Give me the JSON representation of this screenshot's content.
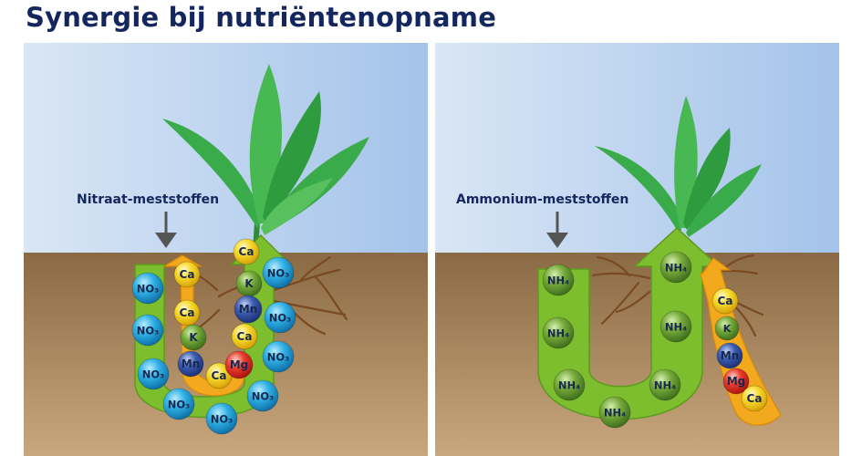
{
  "title": "Synergie bij nutriëntenopname",
  "colors": {
    "title": "#13275e",
    "sky_top": "#cfe0f3",
    "sky_bottom": "#a9c6ea",
    "soil_top": "#8d6b43",
    "soil_bottom": "#c8a67d",
    "leaf": "#3aab4a",
    "flow_arrow": "#7dbe2e",
    "counter_flow": "#f2a91e",
    "root": "#7a4a22",
    "ion_no3": "#1f9fd8",
    "ion_ca": "#f3d21f",
    "ion_k": "#6aa032",
    "ion_mn": "#2d4ea0",
    "ion_mg": "#e02a22",
    "ion_nh4": "#6aa032"
  },
  "panels": [
    {
      "label": "Nitraat-meststoffen",
      "ions": [
        {
          "t": "Ca",
          "k": "ca"
        },
        {
          "t": "Ca",
          "k": "ca"
        },
        {
          "t": "Ca",
          "k": "ca"
        },
        {
          "t": "Ca",
          "k": "ca"
        },
        {
          "t": "Ca",
          "k": "ca"
        },
        {
          "t": "K",
          "k": "k"
        },
        {
          "t": "K",
          "k": "k"
        },
        {
          "t": "Mn",
          "k": "mn"
        },
        {
          "t": "Mn",
          "k": "mn"
        },
        {
          "t": "Mg",
          "k": "mg"
        },
        {
          "t": "NO₃",
          "k": "no3"
        },
        {
          "t": "NO₃",
          "k": "no3"
        },
        {
          "t": "NO₃",
          "k": "no3"
        },
        {
          "t": "NO₃",
          "k": "no3"
        },
        {
          "t": "NO₃",
          "k": "no3"
        },
        {
          "t": "NO₃",
          "k": "no3"
        },
        {
          "t": "NO₃",
          "k": "no3"
        },
        {
          "t": "NO₃",
          "k": "no3"
        },
        {
          "t": "NO₃",
          "k": "no3"
        },
        {
          "t": "NO₃",
          "k": "no3"
        }
      ]
    },
    {
      "label": "Ammonium-meststoffen",
      "ions": [
        {
          "t": "NH₄",
          "k": "nh4"
        },
        {
          "t": "NH₄",
          "k": "nh4"
        },
        {
          "t": "NH₄",
          "k": "nh4"
        },
        {
          "t": "NH₄",
          "k": "nh4"
        },
        {
          "t": "NH₄",
          "k": "nh4"
        },
        {
          "t": "NH₄",
          "k": "nh4"
        },
        {
          "t": "NH₄",
          "k": "nh4"
        },
        {
          "t": "Ca",
          "k": "ca"
        },
        {
          "t": "K",
          "k": "k"
        },
        {
          "t": "Mn",
          "k": "mn"
        },
        {
          "t": "Mg",
          "k": "mg"
        },
        {
          "t": "Ca",
          "k": "ca"
        }
      ]
    }
  ]
}
